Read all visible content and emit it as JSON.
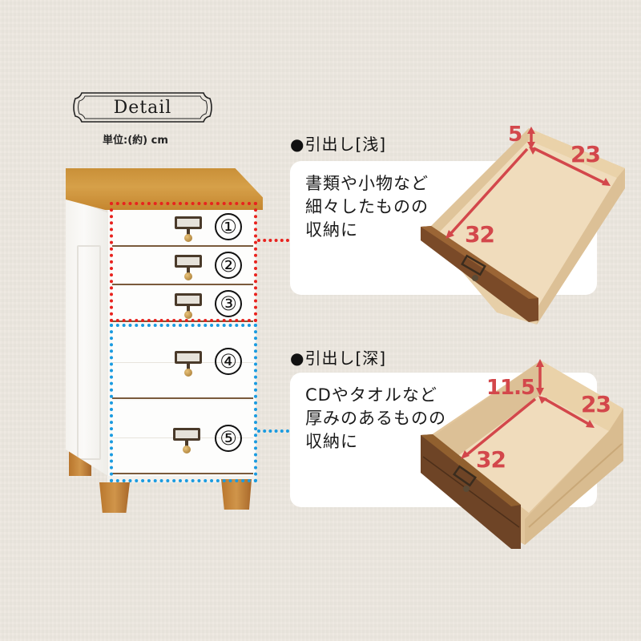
{
  "header": {
    "title": "Detail",
    "unit_note": "単位:(約) cm"
  },
  "cabinet": {
    "drawers": [
      {
        "number": "①",
        "group": "shallow"
      },
      {
        "number": "②",
        "group": "shallow"
      },
      {
        "number": "③",
        "group": "shallow"
      },
      {
        "number": "④",
        "group": "deep"
      },
      {
        "number": "⑤",
        "group": "deep"
      }
    ],
    "colors": {
      "shallow_outline": "#e8221e",
      "deep_outline": "#1a9be0"
    }
  },
  "sections": {
    "shallow": {
      "heading": "●引出し[浅]",
      "description_lines": [
        "書類や小物など",
        "細々したものの",
        "収納に"
      ],
      "dimensions": {
        "height": "5",
        "width": "23",
        "depth": "32"
      }
    },
    "deep": {
      "heading": "●引出し[深]",
      "description_lines": [
        "CDやタオルなど",
        "厚みのあるものの",
        "収納に"
      ],
      "dimensions": {
        "height": "11.5",
        "width": "23",
        "depth": "32"
      }
    }
  },
  "colors": {
    "background": "#ece7df",
    "panel": "#ffffff",
    "dimension_label": "#d3474b",
    "wood_top": "#c99038",
    "drawer_front_dark": "#7a4a28",
    "drawer_wood": "#ecd7b8"
  }
}
